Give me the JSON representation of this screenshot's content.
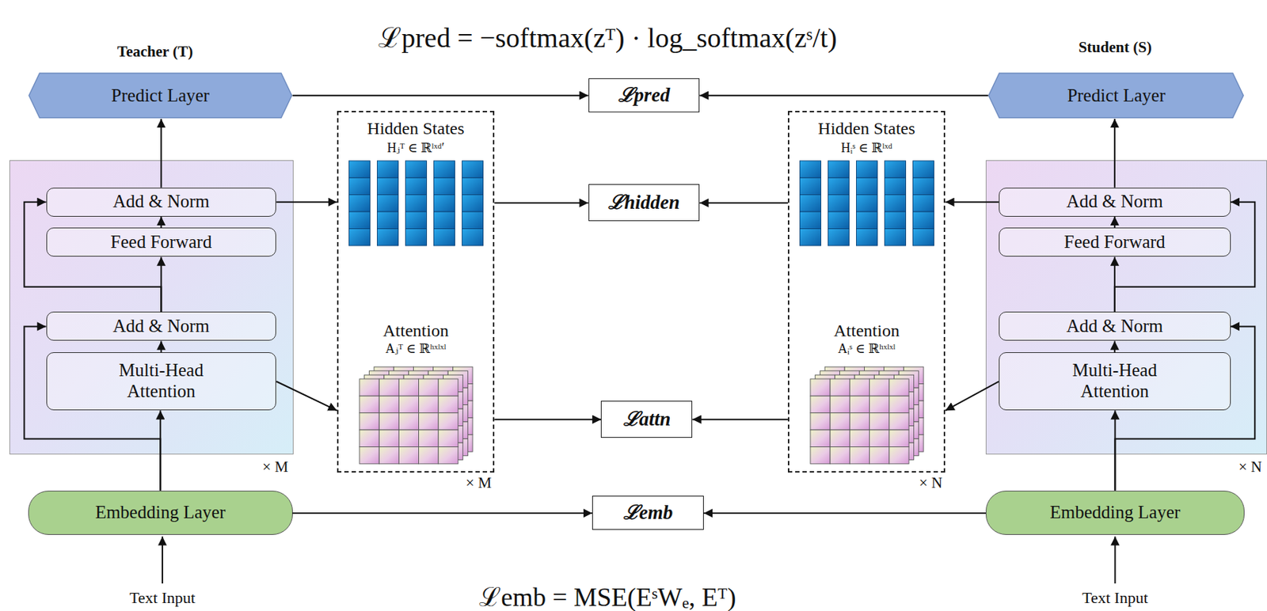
{
  "diagram": {
    "nodes": [
      {
        "text": [
          "Predict Layer"
        ]
      },
      {
        "text": [
          "× M"
        ]
      },
      {
        "text": [
          "Add & Norm"
        ],
        "in": 1
      },
      {
        "text": [
          "Feed Forward"
        ],
        "in": 1
      },
      {
        "text": [
          "Add & Norm"
        ],
        "in": 1
      },
      {
        "text": [
          "Multi-Head Attention"
        ],
        "in": 1
      },
      {
        "text": [
          "Embedding Layer"
        ]
      },
      {
        "text": [
          "Hidden States",
          "Hⱼᵀ ∈ ℝˡˣᵈ′",
          "Attention",
          "Aⱼᵀ ∈ ℝʰˣˡˣˡ",
          "× M"
        ]
      },
      {
        "text": [
          "ℒpred"
        ]
      },
      {
        "text": [
          "ℒhidden"
        ]
      },
      {
        "text": [
          "ℒattn"
        ]
      },
      {
        "text": [
          "ℒemb"
        ]
      },
      {
        "text": [
          "Hidden States",
          "Hᵢˢ ∈ ℝˡˣᵈ",
          "Attention",
          "Aᵢˢ ∈ ℝʰˣˡˣˡ",
          "× N"
        ]
      },
      {
        "text": [
          "Predict Layer"
        ]
      },
      {
        "text": [
          "× N"
        ]
      },
      {
        "text": [
          "Add & Norm"
        ],
        "in": 14
      },
      {
        "text": [
          "Feed Forward"
        ],
        "in": 14
      },
      {
        "text": [
          "Add & Norm"
        ],
        "in": 14
      },
      {
        "text": [
          "Multi-Head Attention"
        ],
        "in": 14
      },
      {
        "text": [
          "Embedding Layer"
        ]
      }
    ],
    "edges": [
      {
        "from": 6,
        "to": 5,
        "arrow": "to"
      },
      {
        "from": 5,
        "to": 4,
        "arrow": "to"
      },
      {
        "from": 4,
        "to": 3,
        "arrow": "to"
      },
      {
        "from": 3,
        "to": 2,
        "arrow": "to"
      },
      {
        "from": 2,
        "to": 0,
        "arrow": "to"
      },
      {
        "from": 6,
        "to": 4,
        "arrow": "to"
      },
      {
        "from": 4,
        "to": 2,
        "arrow": "to"
      },
      {
        "from": 0,
        "to": 8,
        "arrow": "to"
      },
      {
        "from": 2,
        "to": 7,
        "arrow": "to"
      },
      {
        "from": 5,
        "to": 7,
        "arrow": "to"
      },
      {
        "from": 7,
        "to": 9,
        "arrow": "to"
      },
      {
        "from": 7,
        "to": 10,
        "arrow": "to"
      },
      {
        "from": 6,
        "to": 11,
        "arrow": "to"
      },
      {
        "from": 19,
        "to": 18,
        "arrow": "to"
      },
      {
        "from": 18,
        "to": 17,
        "arrow": "to"
      },
      {
        "from": 17,
        "to": 16,
        "arrow": "to"
      },
      {
        "from": 16,
        "to": 15,
        "arrow": "to"
      },
      {
        "from": 15,
        "to": 13,
        "arrow": "to"
      },
      {
        "from": 19,
        "to": 17,
        "arrow": "to"
      },
      {
        "from": 17,
        "to": 15,
        "arrow": "to"
      },
      {
        "from": 13,
        "to": 8,
        "arrow": "to"
      },
      {
        "from": 15,
        "to": 12,
        "arrow": "to"
      },
      {
        "from": 18,
        "to": 12,
        "arrow": "to"
      },
      {
        "from": 12,
        "to": 9,
        "arrow": "to"
      },
      {
        "from": 12,
        "to": 10,
        "arrow": "to"
      },
      {
        "from": 19,
        "to": 11,
        "arrow": "to"
      }
    ],
    "labels": [
      "ℒpred = −softmax(zᵀ) · log_softmax(zˢ/t)",
      "Teacher (T)",
      "Student (S)",
      "ℒemb = MSE(EˢWₑ, Eᵀ)",
      "Text Input",
      "Text Input"
    ]
  }
}
